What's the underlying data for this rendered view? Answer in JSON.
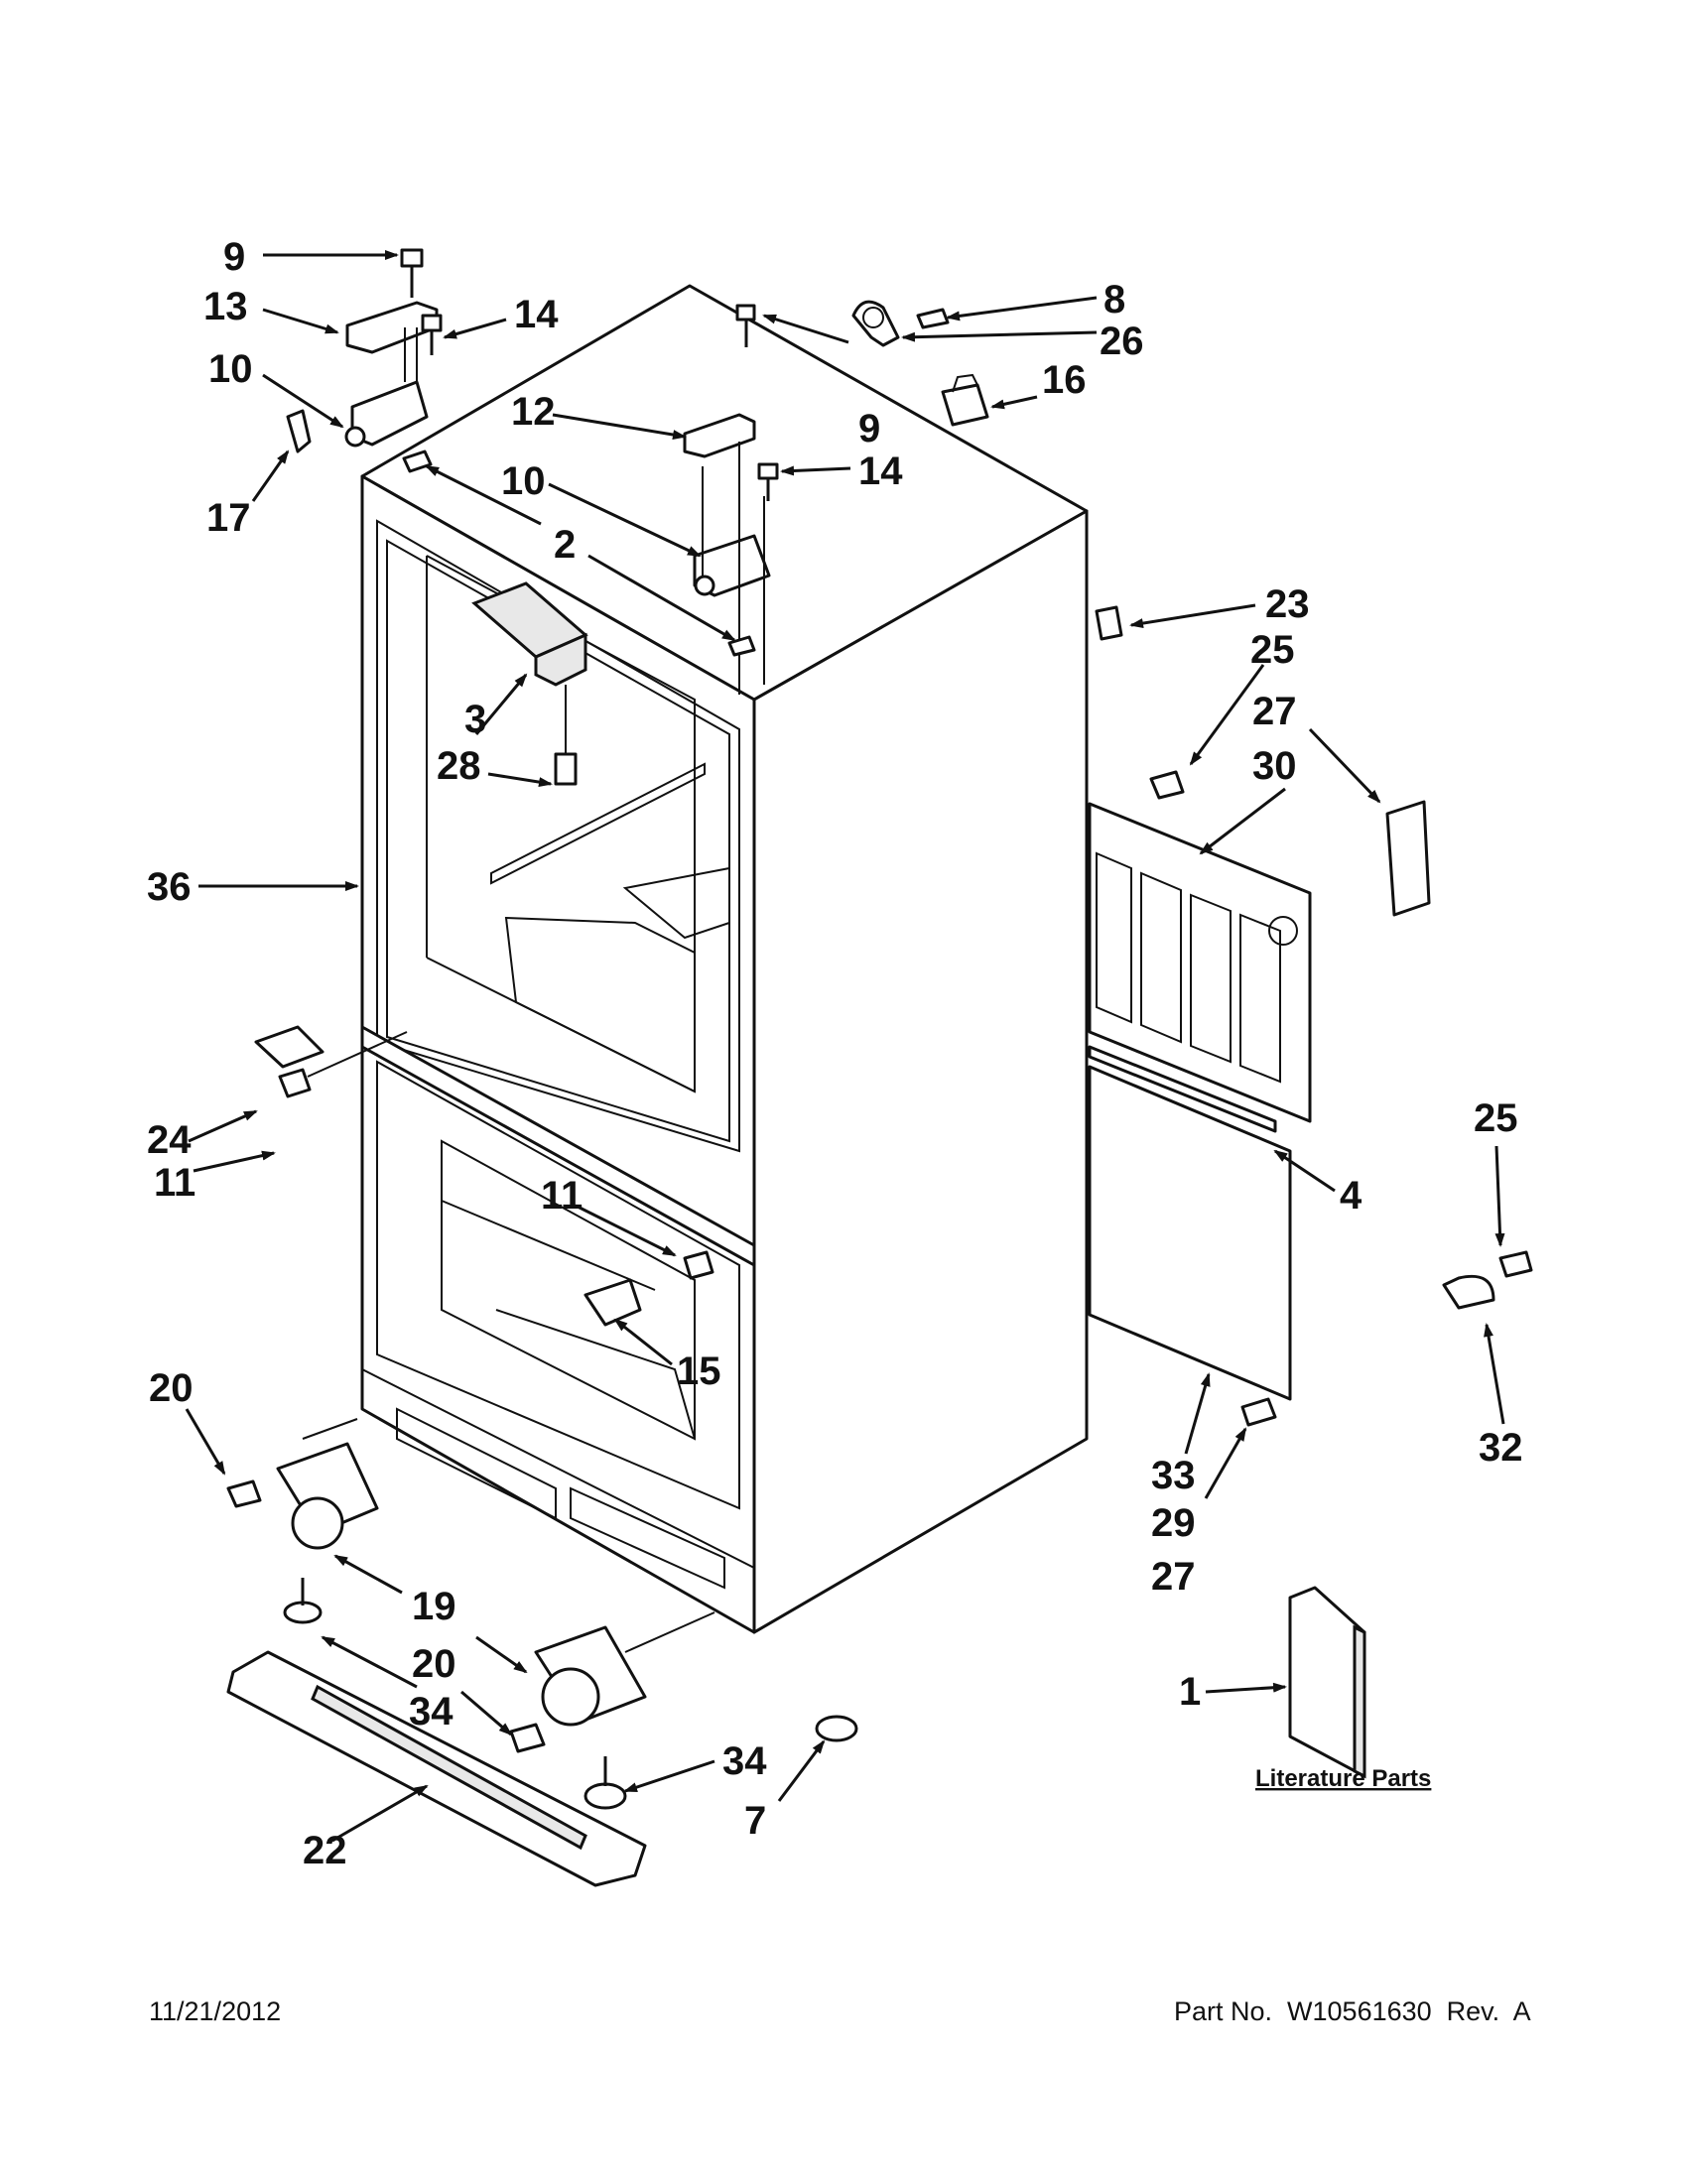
{
  "callouts": {
    "c1": "1",
    "c2": "2",
    "c3": "3",
    "c4": "4",
    "c7": "7",
    "c8": "8",
    "c9a": "9",
    "c9b": "9",
    "c10a": "10",
    "c10b": "10",
    "c11a": "11",
    "c11b": "11",
    "c12": "12",
    "c13": "13",
    "c14a": "14",
    "c14b": "14",
    "c15": "15",
    "c16": "16",
    "c17": "17",
    "c19": "19",
    "c20a": "20",
    "c20b": "20",
    "c22": "22",
    "c23": "23",
    "c24": "24",
    "c25a": "25",
    "c25b": "25",
    "c26": "26",
    "c27a": "27",
    "c27b": "27",
    "c28": "28",
    "c29": "29",
    "c30": "30",
    "c32": "32",
    "c33": "33",
    "c34a": "34",
    "c34b": "34",
    "c36": "36"
  },
  "literature_label": "Literature Parts",
  "footer": {
    "date": "11/21/2012",
    "part_no": "Part No.  W10561630  Rev.  A"
  }
}
